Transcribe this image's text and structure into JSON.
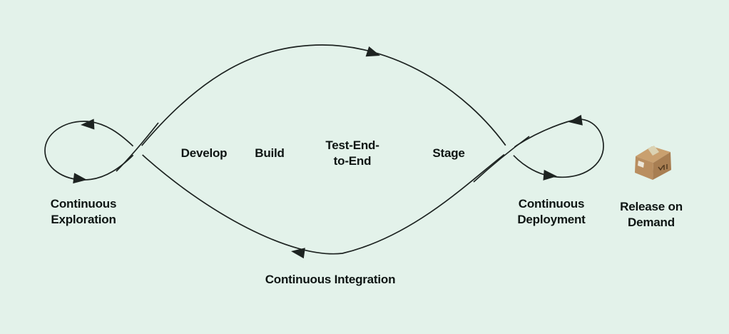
{
  "canvas": {
    "bg_color": "#e3f2ea",
    "line_color": "#1d2321",
    "text_color": "#0e1513"
  },
  "pipeline": {
    "stages": {
      "develop": "Develop",
      "build": "Build",
      "test_end_to_end": {
        "line1": "Test-End-",
        "line2": "to-End"
      },
      "stage": "Stage"
    },
    "loops": {
      "continuous_exploration": {
        "line1": "Continuous",
        "line2": "Exploration"
      },
      "continuous_deployment": {
        "line1": "Continuous",
        "line2": "Deployment"
      },
      "continuous_integration": "Continuous Integration"
    },
    "release": {
      "label": {
        "line1": "Release on",
        "line2": "Demand"
      },
      "icon": "package-box-icon"
    }
  },
  "icons": {
    "package_box": {
      "colors": {
        "top": "#c9a06f",
        "front_left": "#b98e60",
        "front_right": "#a87e52",
        "tape": "#dbd2b2",
        "label": "#ece6d8",
        "marks": "#533a20"
      }
    }
  }
}
